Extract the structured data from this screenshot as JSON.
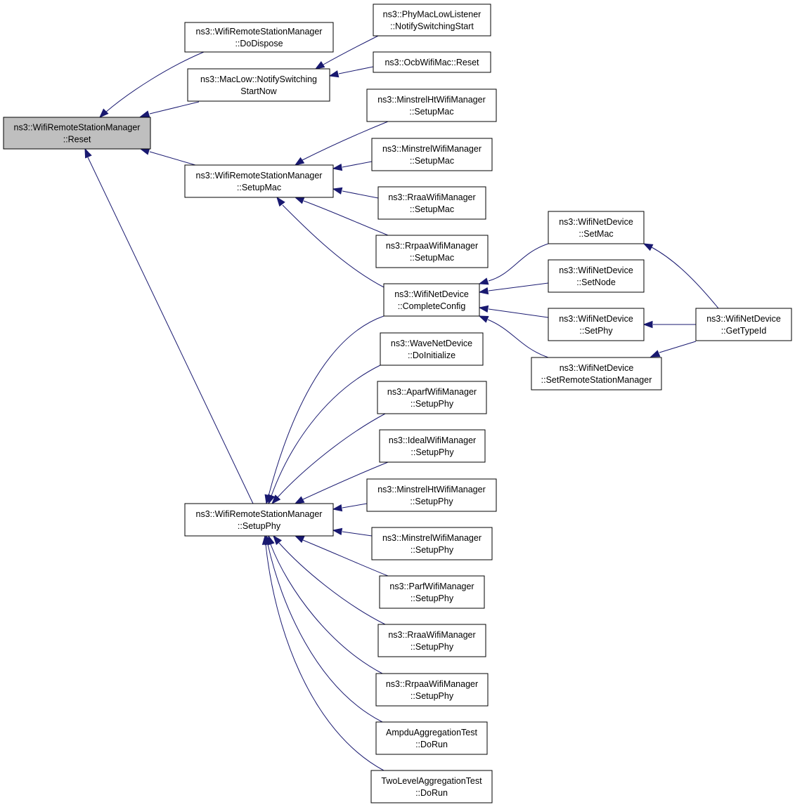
{
  "diagram": {
    "nodes": [
      {
        "id": "reset",
        "lines": [
          "ns3::WifiRemoteStationManager",
          "::Reset"
        ],
        "highlighted": true
      },
      {
        "id": "dodispose",
        "lines": [
          "ns3::WifiRemoteStationManager",
          "::DoDispose"
        ]
      },
      {
        "id": "maclow",
        "lines": [
          "ns3::MacLow::NotifySwitching",
          "StartNow"
        ]
      },
      {
        "id": "setupmac",
        "lines": [
          "ns3::WifiRemoteStationManager",
          "::SetupMac"
        ]
      },
      {
        "id": "setupphy",
        "lines": [
          "ns3::WifiRemoteStationManager",
          "::SetupPhy"
        ]
      },
      {
        "id": "phymaclow",
        "lines": [
          "ns3::PhyMacLowListener",
          "::NotifySwitchingStart"
        ]
      },
      {
        "id": "ocbreset",
        "lines": [
          "ns3::OcbWifiMac::Reset"
        ]
      },
      {
        "id": "mhtmac",
        "lines": [
          "ns3::MinstrelHtWifiManager",
          "::SetupMac"
        ]
      },
      {
        "id": "mmac",
        "lines": [
          "ns3::MinstrelWifiManager",
          "::SetupMac"
        ]
      },
      {
        "id": "rraamac",
        "lines": [
          "ns3::RraaWifiManager",
          "::SetupMac"
        ]
      },
      {
        "id": "rrpaamac",
        "lines": [
          "ns3::RrpaaWifiManager",
          "::SetupMac"
        ]
      },
      {
        "id": "complete",
        "lines": [
          "ns3::WifiNetDevice",
          "::CompleteConfig"
        ]
      },
      {
        "id": "wavedoinit",
        "lines": [
          "ns3::WaveNetDevice",
          "::DoInitialize"
        ]
      },
      {
        "id": "aparfphy",
        "lines": [
          "ns3::AparfWifiManager",
          "::SetupPhy"
        ]
      },
      {
        "id": "idealphy",
        "lines": [
          "ns3::IdealWifiManager",
          "::SetupPhy"
        ]
      },
      {
        "id": "mhtphy",
        "lines": [
          "ns3::MinstrelHtWifiManager",
          "::SetupPhy"
        ]
      },
      {
        "id": "mphy",
        "lines": [
          "ns3::MinstrelWifiManager",
          "::SetupPhy"
        ]
      },
      {
        "id": "parfphy",
        "lines": [
          "ns3::ParfWifiManager",
          "::SetupPhy"
        ]
      },
      {
        "id": "rraaphy",
        "lines": [
          "ns3::RraaWifiManager",
          "::SetupPhy"
        ]
      },
      {
        "id": "rrpaaphy",
        "lines": [
          "ns3::RrpaaWifiManager",
          "::SetupPhy"
        ]
      },
      {
        "id": "ampdu",
        "lines": [
          "AmpduAggregationTest",
          "::DoRun"
        ]
      },
      {
        "id": "twolevel",
        "lines": [
          "TwoLevelAggregationTest",
          "::DoRun"
        ]
      },
      {
        "id": "setmac",
        "lines": [
          "ns3::WifiNetDevice",
          "::SetMac"
        ]
      },
      {
        "id": "setnode",
        "lines": [
          "ns3::WifiNetDevice",
          "::SetNode"
        ]
      },
      {
        "id": "setphy",
        "lines": [
          "ns3::WifiNetDevice",
          "::SetPhy"
        ]
      },
      {
        "id": "setrsm",
        "lines": [
          "ns3::WifiNetDevice",
          "::SetRemoteStationManager"
        ]
      },
      {
        "id": "gettypeid",
        "lines": [
          "ns3::WifiNetDevice",
          "::GetTypeId"
        ]
      }
    ],
    "colors": {
      "edge": "#191970",
      "highlight_fill": "#bfbfbf"
    }
  }
}
